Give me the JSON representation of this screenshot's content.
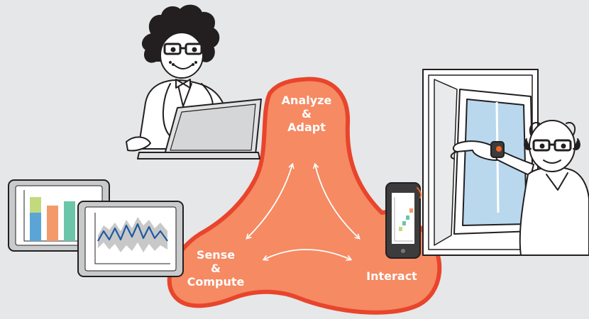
{
  "diagram": {
    "center_blob": {
      "fill": "#f58a63",
      "stroke": "#e8452c"
    },
    "nodes": [
      {
        "id": "analyze",
        "lines": [
          "Analyze",
          "&",
          "Adapt"
        ]
      },
      {
        "id": "sense",
        "lines": [
          "Sense",
          "&",
          "Compute"
        ]
      },
      {
        "id": "interact",
        "lines": [
          "Interact"
        ]
      }
    ],
    "characters": [
      {
        "name": "doctor",
        "icon": "doctor-with-laptop-icon"
      },
      {
        "name": "patient",
        "icon": "patient-with-smartwatch-icon"
      }
    ],
    "devices": [
      {
        "name": "bar-chart-screen",
        "bar_colors": [
          "#5aa5d6",
          "#f39a6a",
          "#6cc5a8",
          "#c3d97e"
        ]
      },
      {
        "name": "line-chart-screen",
        "line_color": "#1e5aa0",
        "band_color": "#c8c8c8"
      },
      {
        "name": "smartphone",
        "icon": "smartphone-icon"
      },
      {
        "name": "window",
        "icon": "window-icon",
        "glass_color": "#b9d8ee"
      }
    ],
    "signal_color": "#f26522"
  }
}
